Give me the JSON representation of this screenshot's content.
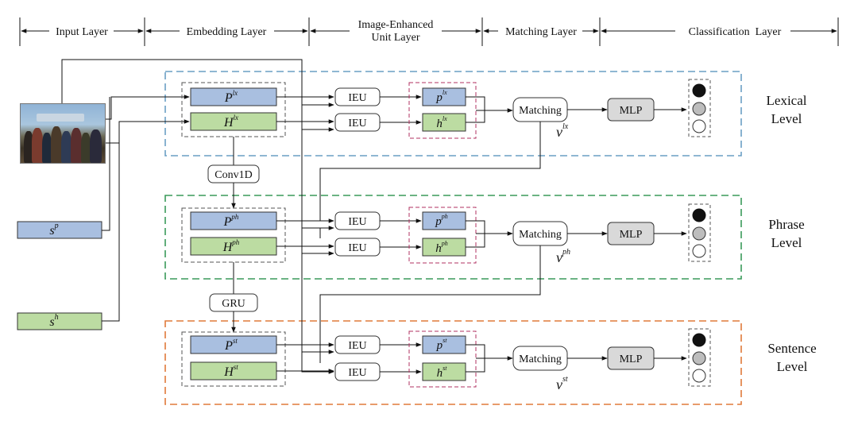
{
  "header": {
    "input_layer": "Input Layer",
    "embedding_layer": "Embedding Layer",
    "ieu_layer_line1": "Image-Enhanced",
    "ieu_layer_line2": "Unit Layer",
    "matching_layer": "Matching Layer",
    "classification_layer": "Classification  Layer"
  },
  "levels": {
    "lexical": {
      "line1": "Lexical",
      "line2": "Level",
      "p_sup": "lx",
      "h_sup": "lx",
      "v_sup": "lx",
      "color": "#6a9fc4"
    },
    "phrase": {
      "line1": "Phrase",
      "line2": "Level",
      "p_sup": "ph",
      "h_sup": "ph",
      "v_sup": "ph",
      "color": "#3a9a5a"
    },
    "sentence": {
      "line1": "Sentence",
      "line2": "Level",
      "p_sup": "st",
      "h_sup": "st",
      "v_sup": "st",
      "color": "#e07a3a"
    }
  },
  "labels": {
    "P": "P",
    "H": "H",
    "p_small": "p",
    "h_small": "h",
    "v": "v",
    "s": "s",
    "s_p_sup": "p",
    "s_h_sup": "h",
    "ieu": "IEU",
    "matching": "Matching",
    "mlp": "MLP",
    "conv1d": "Conv1D",
    "gru": "GRU"
  },
  "colors": {
    "p_fill": "#a9bfe0",
    "h_fill": "#bcdca2",
    "mlp_fill": "#d9d9d9",
    "gray_circle": "#bdbdbd",
    "inner_dashed": "#555555",
    "ieu_out_dashed": "#b03060"
  }
}
